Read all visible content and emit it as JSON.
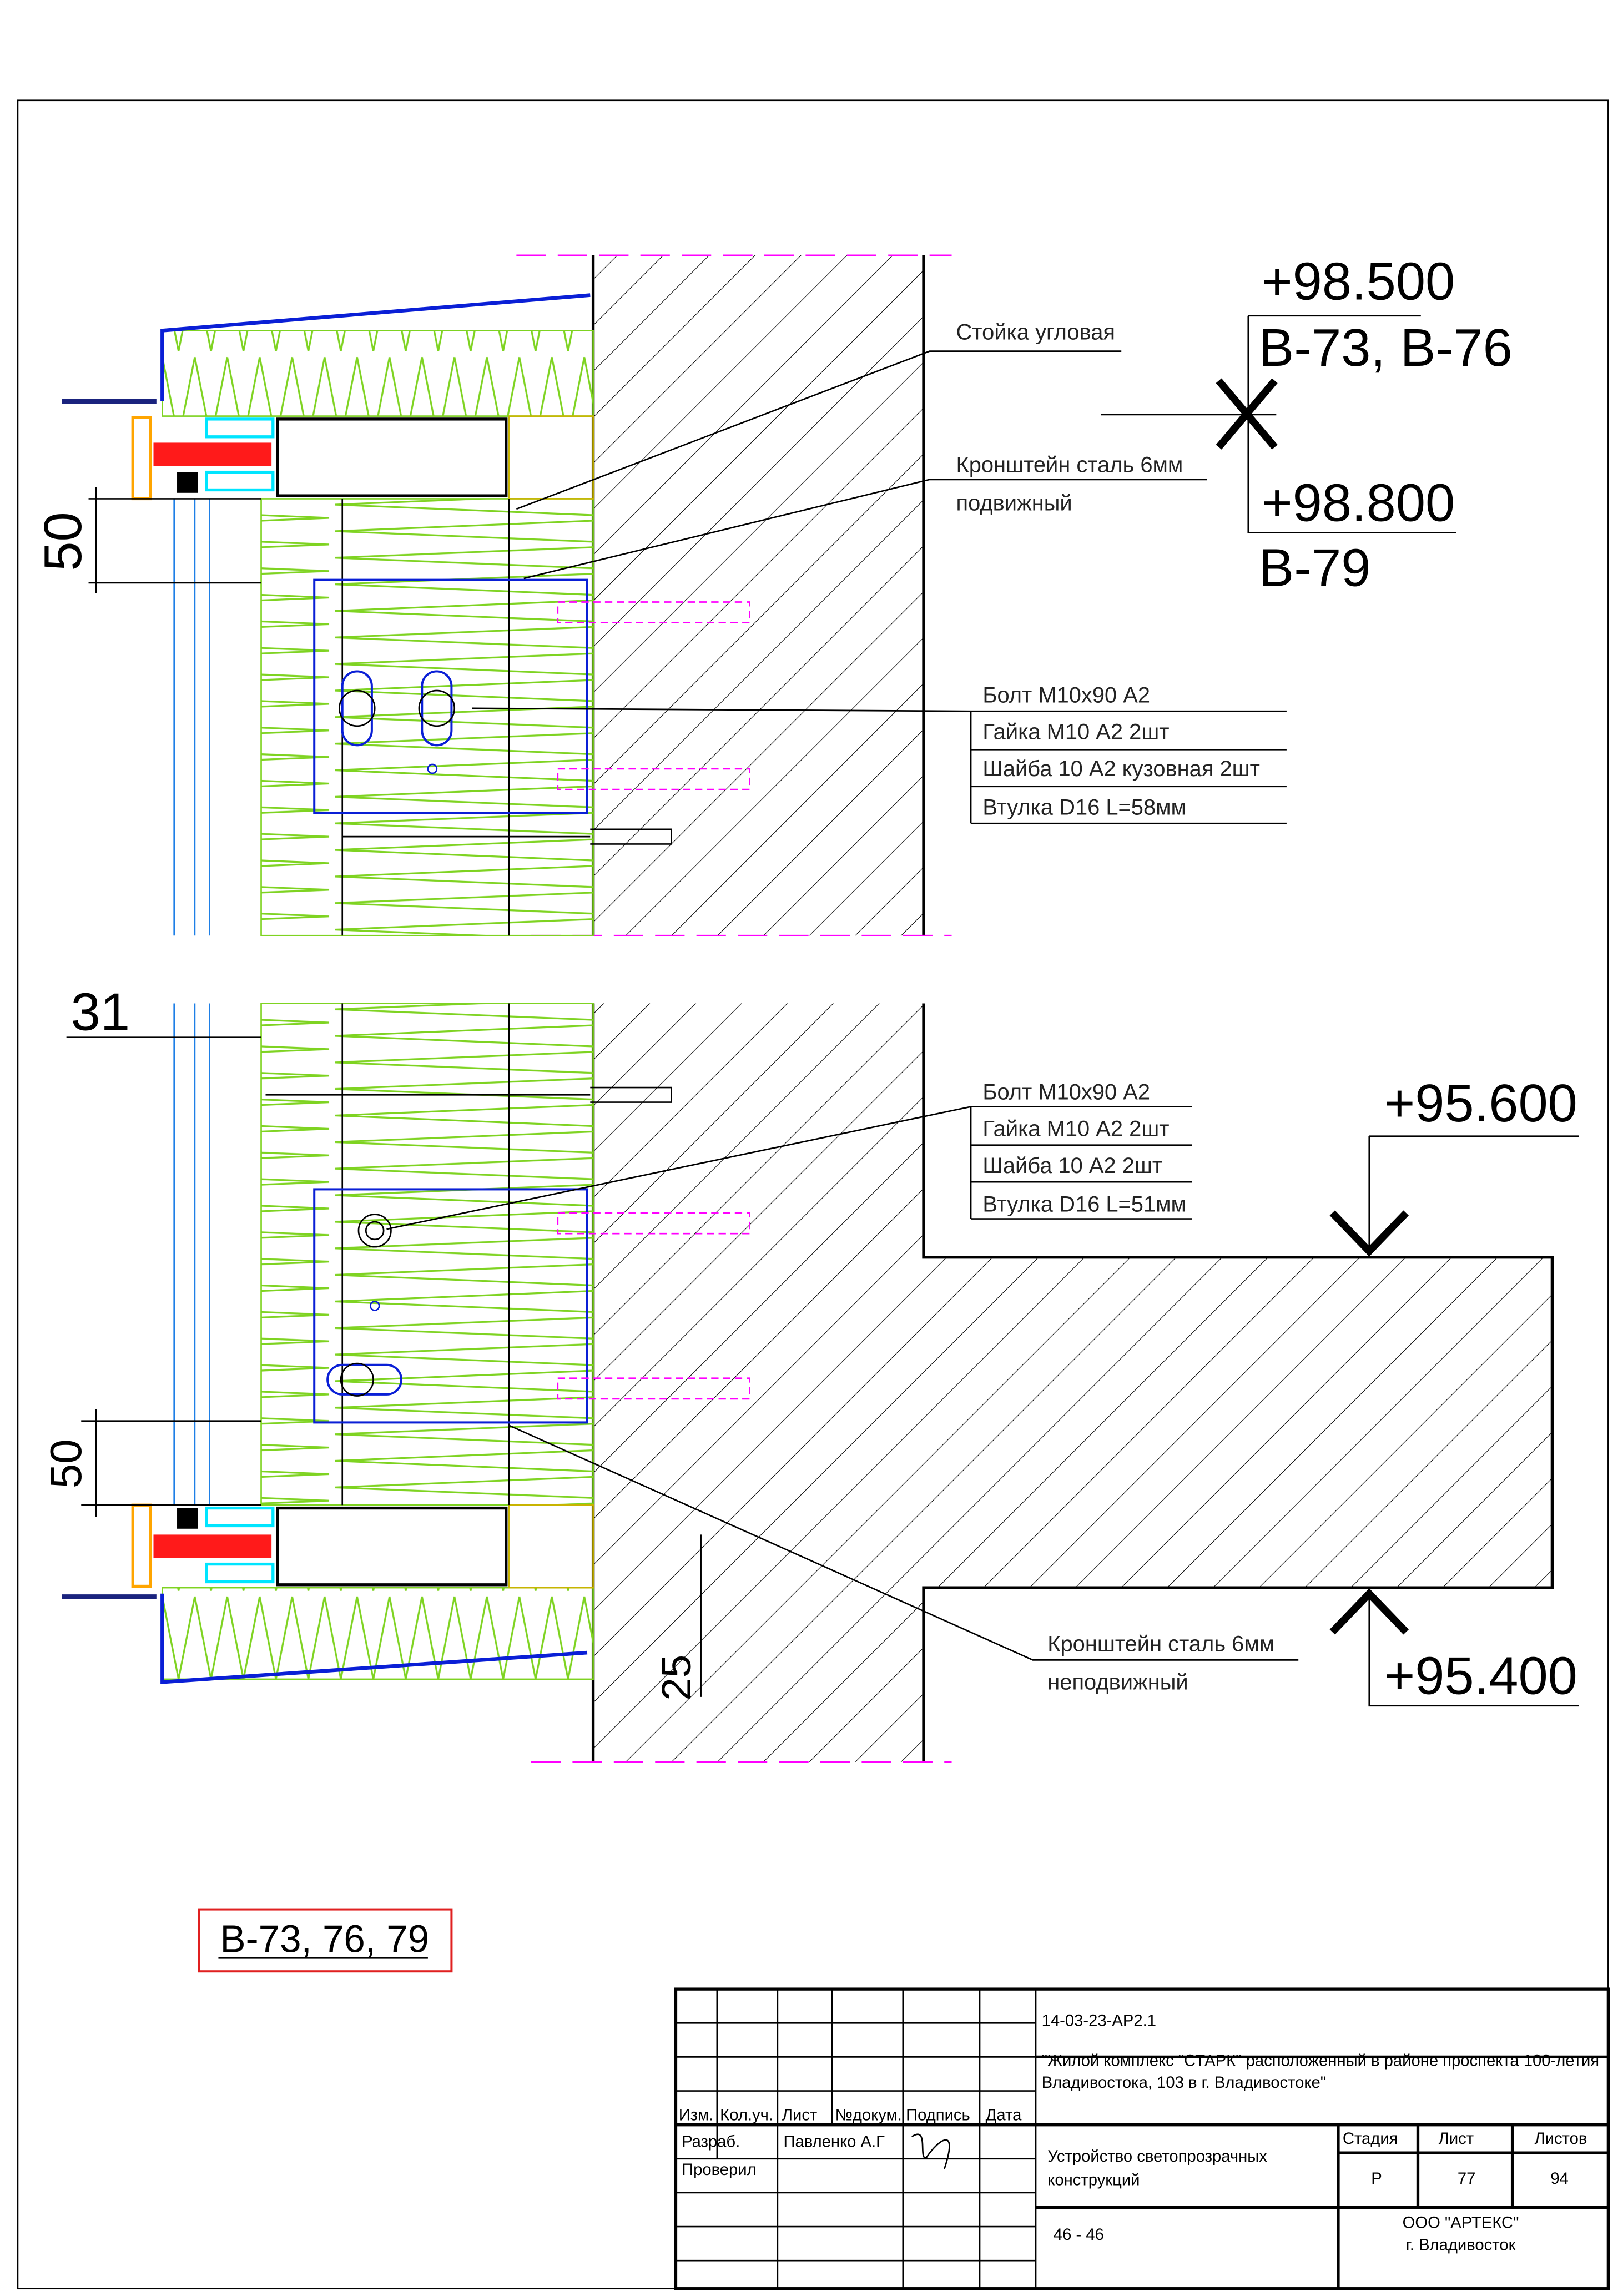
{
  "drawing": {
    "upper_detail": {
      "labels": {
        "corner_post": "Стойка угловая",
        "bracket_line1": "Кронштейн сталь 6мм",
        "bracket_line2": "подвижный"
      },
      "hardware": [
        "Болт М10х90 А2",
        "Гайка М10 А2 2шт",
        "Шайба 10 А2 кузовная 2шт",
        "Втулка D16 L=58мм"
      ],
      "elevation_top": "+98.500",
      "elevation_top_ref": "В-73, В-76",
      "elevation_bottom": "+98.800",
      "elevation_bottom_ref": "В-79",
      "dimension": "50"
    },
    "lower_detail": {
      "hardware": [
        "Болт М10х90 А2",
        "Гайка М10 А2 2шт",
        "Шайба 10 А2 2шт",
        "Втулка D16 L=51мм"
      ],
      "bracket_line1": "Кронштейн сталь 6мм",
      "bracket_line2": "неподвижный",
      "elevation_top": "+95.600",
      "elevation_bottom": "+95.400",
      "dimension_top": "31",
      "dimension_left": "50",
      "dimension_bottom": "25"
    },
    "tag": "В-73, 76, 79",
    "colors": {
      "insulation": "#7ed321",
      "profile": "#0a1fd6",
      "glass": "#1e7fe6",
      "fixing": "#ff00ff",
      "gasket": "#ff1a1a",
      "tag_border": "#e02020"
    }
  },
  "title_block": {
    "code": "14-03-23-АР2.1",
    "project_line1": "\"Жилой комплекс \"СТАРК\" расположенный в районе проспекта 100-летия",
    "project_line2": "Владивостока, 103 в г. Владивостоке\"",
    "headers": [
      "Изм.",
      "Кол.уч.",
      "Лист",
      "№докум.",
      "Подпись",
      "Дата"
    ],
    "developed_label": "Разраб.",
    "developed_name": "Павленко А.Г",
    "checked_label": "Проверил",
    "sheet_title_line1": "Устройство светопрозрачных",
    "sheet_title_line2": "конструкций",
    "stage_label": "Стадия",
    "sheet_label": "Лист",
    "sheets_label": "Листов",
    "stage": "Р",
    "sheet": "77",
    "sheets": "94",
    "section": "46 - 46",
    "company_line1": "ООО \"АРТЕКС\"",
    "company_line2": "г. Владивосток"
  }
}
